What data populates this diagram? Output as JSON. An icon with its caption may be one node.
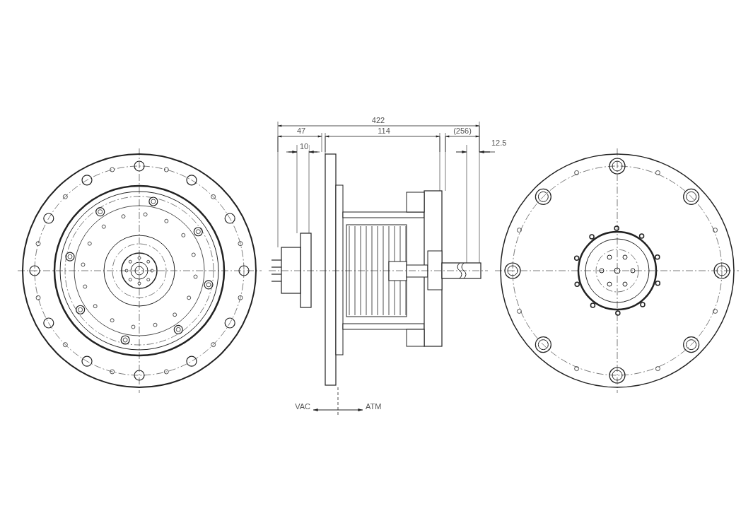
{
  "diagram": {
    "labels": [
      "422",
      "47",
      "114",
      "(256)",
      "10",
      "12.5",
      "VAC",
      "ATM"
    ]
  }
}
